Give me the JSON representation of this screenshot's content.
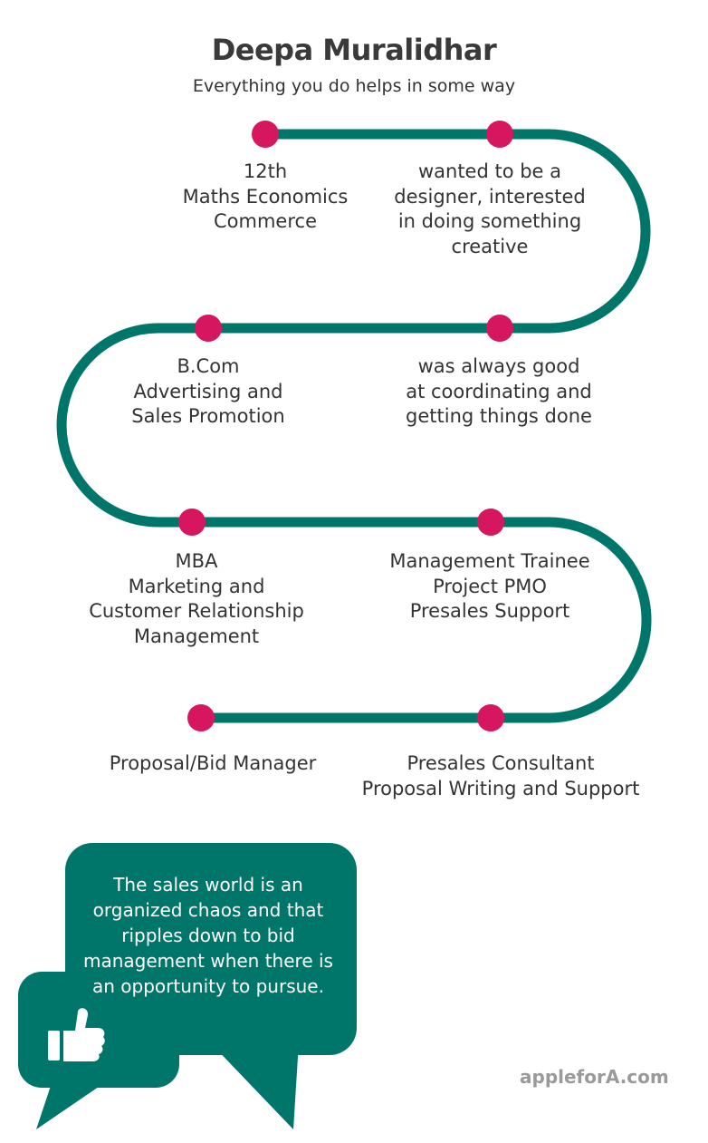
{
  "header": {
    "title": "Deepa Muralidhar",
    "subtitle": "Everything you do helps in some way"
  },
  "colors": {
    "path": "#00766a",
    "node": "#d6175f",
    "text": "#333333",
    "bubble": "#00766a",
    "brand": "#9a9a9a"
  },
  "milestones": [
    {
      "lines": [
        "12th",
        "Maths Economics",
        "Commerce"
      ]
    },
    {
      "lines": [
        "wanted to be a",
        "designer, interested",
        "in doing something",
        "creative"
      ]
    },
    {
      "lines": [
        "B.Com",
        "Advertising and",
        "Sales Promotion"
      ]
    },
    {
      "lines": [
        "was always good",
        "at coordinating and",
        "getting things done"
      ]
    },
    {
      "lines": [
        "MBA",
        "Marketing and",
        "Customer Relationship",
        "Management"
      ]
    },
    {
      "lines": [
        "Management Trainee",
        "Project PMO",
        "Presales Support"
      ]
    },
    {
      "lines": [
        "Proposal/Bid Manager"
      ]
    },
    {
      "lines": [
        "Presales Consultant",
        "Proposal Writing and Support"
      ]
    }
  ],
  "callout": {
    "quote": "The sales world is an organized chaos and that ripples down to bid management when there is an opportunity to pursue.",
    "icon": "thumbs-up-icon"
  },
  "footer": {
    "brand": "appleforA.com"
  }
}
